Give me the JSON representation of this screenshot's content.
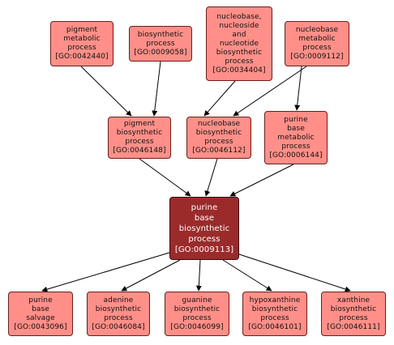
{
  "nodes": {
    "pigment_metabolic": {
      "lines": [
        "pigment",
        "metabolic",
        "process",
        "[GO:0042440]"
      ]
    },
    "biosynthetic": {
      "lines": [
        "biosynthetic",
        "process",
        "[GO:0009058]"
      ]
    },
    "nucleobase_nucleoside": {
      "lines": [
        "nucleobase,",
        "nucleoside",
        "and",
        "nucleotide",
        "biosynthetic",
        "process",
        "[GO:0034404]"
      ]
    },
    "nucleobase_metabolic": {
      "lines": [
        "nucleobase",
        "metabolic",
        "process",
        "[GO:0009112]"
      ]
    },
    "pigment_biosynthetic": {
      "lines": [
        "pigment",
        "biosynthetic",
        "process",
        "[GO:0046148]"
      ]
    },
    "nucleobase_biosynthetic": {
      "lines": [
        "nucleobase",
        "biosynthetic",
        "process",
        "[GO:0046112]"
      ]
    },
    "purine_base_metabolic": {
      "lines": [
        "purine",
        "base",
        "metabolic",
        "process",
        "[GO:0006144]"
      ]
    },
    "purine_base_biosynthetic": {
      "lines": [
        "purine",
        "base",
        "biosynthetic",
        "process",
        "[GO:0009113]"
      ]
    },
    "purine_base_salvage": {
      "lines": [
        "purine",
        "base",
        "salvage",
        "[GO:0043096]"
      ]
    },
    "adenine_biosynthetic": {
      "lines": [
        "adenine",
        "biosynthetic",
        "process",
        "[GO:0046084]"
      ]
    },
    "guanine_biosynthetic": {
      "lines": [
        "guanine",
        "biosynthetic",
        "process",
        "[GO:0046099]"
      ]
    },
    "hypoxanthine_biosynthetic": {
      "lines": [
        "hypoxanthine",
        "biosynthetic",
        "process",
        "[GO:0046101]"
      ]
    },
    "xanthine_biosynthetic": {
      "lines": [
        "xanthine",
        "biosynthetic",
        "process",
        "[GO:0046111]"
      ]
    }
  },
  "colors": {
    "node_fill": "#ff8f88",
    "node_border": "#6b1e1a",
    "focus_fill": "#9b2b2b",
    "focus_text": "#ffffff",
    "edge": "#000000"
  }
}
